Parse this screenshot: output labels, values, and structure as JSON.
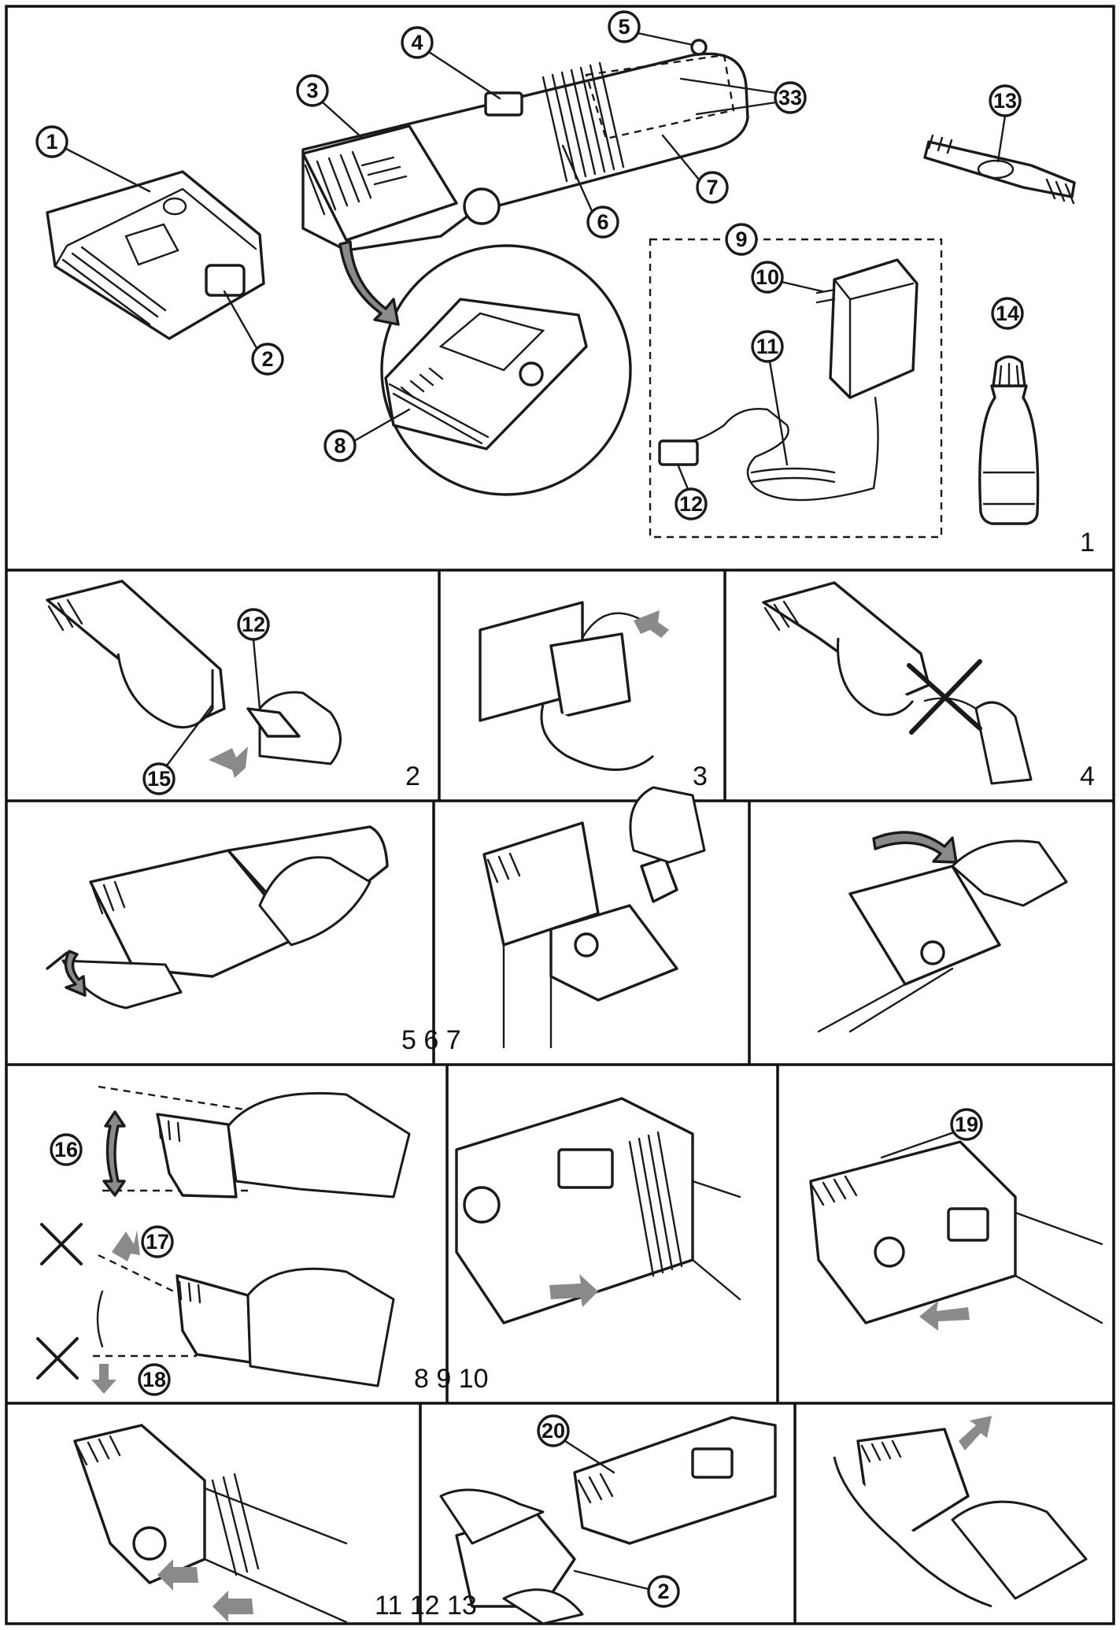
{
  "panel_numbers": {
    "p1": "1",
    "p2": "2",
    "p3": "3",
    "p4": "4",
    "p567": "5 6 7",
    "p8910": "8 9 10",
    "p111213": "11 12 13"
  },
  "callouts": {
    "c1": "1",
    "c2": "2",
    "c3": "3",
    "c4": "4",
    "c5": "5",
    "c6": "6",
    "c7": "7",
    "c8": "8",
    "c9": "9",
    "c10": "10",
    "c11": "11",
    "c12": "12",
    "c13": "13",
    "c14": "14",
    "c33": "33",
    "c12b": "12",
    "c15": "15",
    "c16": "16",
    "c17": "17",
    "c18": "18",
    "c19": "19",
    "c20": "20",
    "c2b": "2"
  },
  "colors": {
    "line": "#1a1a1a",
    "arrow": "#8a8a8a",
    "background": "#ffffff"
  },
  "icons": [
    "prohibited-cross-icon",
    "gray-arrow-icon",
    "curved-arrow-icon"
  ]
}
